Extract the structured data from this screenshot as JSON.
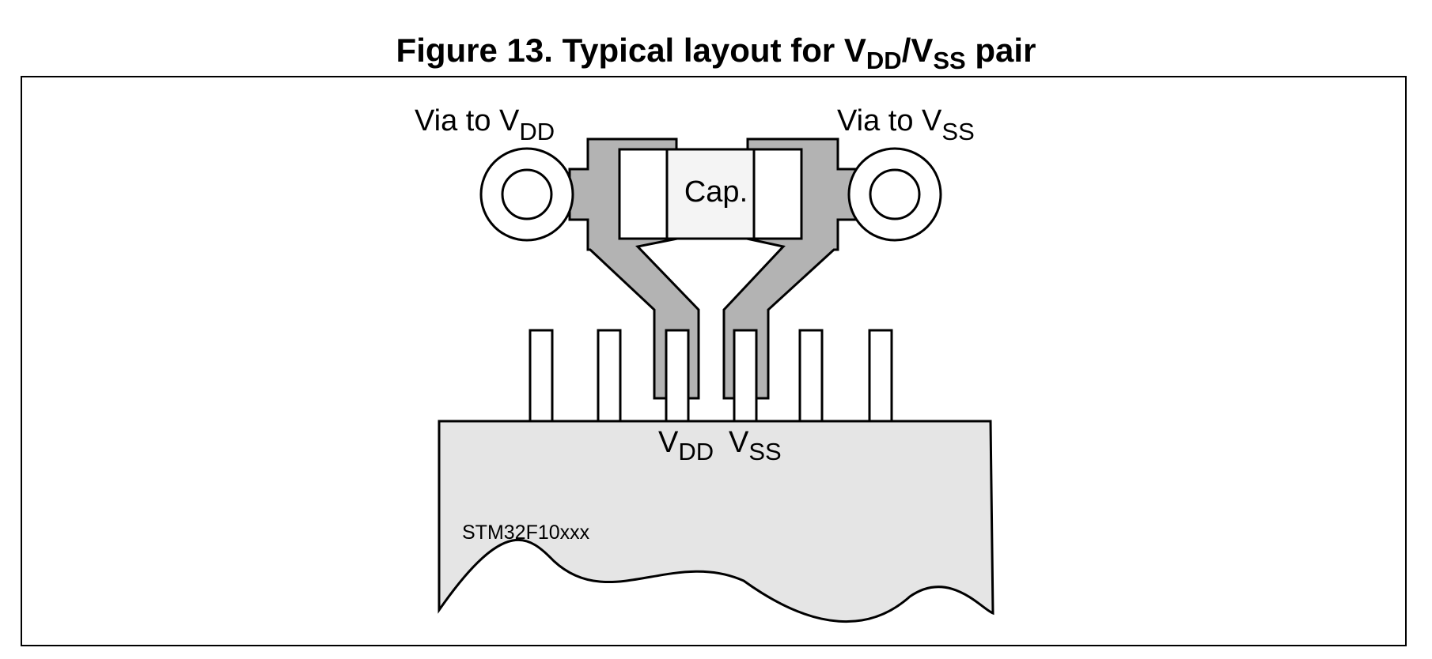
{
  "figure": {
    "title_prefix": "Figure 13. Typical layout for V",
    "title_sub1": "DD",
    "title_mid": "/V",
    "title_sub2": "SS",
    "title_suffix": " pair"
  },
  "labels": {
    "via_vdd_prefix": "Via to V",
    "via_vdd_sub": "DD",
    "via_vss_prefix": "Via to V",
    "via_vss_sub": "SS",
    "capacitor": "Cap.",
    "pin_vdd": "V",
    "pin_vdd_sub": "DD",
    "pin_vss": "V",
    "pin_vss_sub": "SS",
    "chip": "STM32F10xxx"
  },
  "colors": {
    "pad_fill": "#b3b3b3",
    "cap_body": "#f4f4f4",
    "chip_fill": "#e5e5e5",
    "outline": "#000000"
  }
}
